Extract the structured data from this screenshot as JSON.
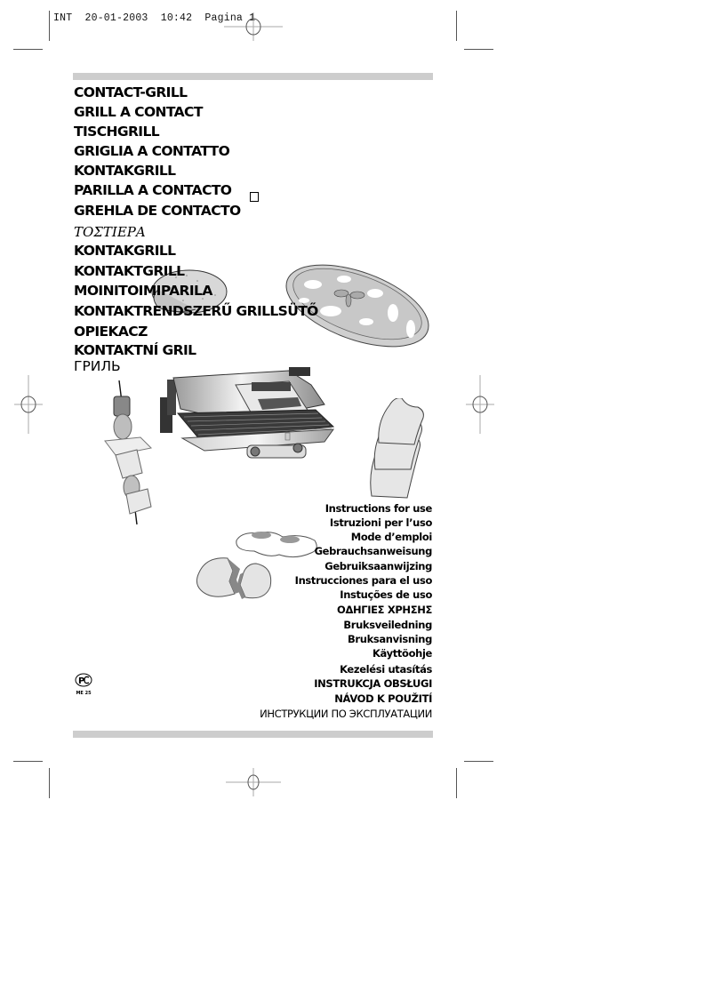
{
  "print_slug": {
    "job": "INT",
    "date": "20-01-2003",
    "time": "10:42",
    "page_label": "Pagina",
    "page_number": "1",
    "text": "INT  20-01-2003  10:42  Pagina 1"
  },
  "product_titles": [
    "CONTACT-GRILL",
    "GRILL A CONTACT",
    "TISCHGRILL",
    "GRIGLIA A CONTATTO",
    "KONTAKGRILL",
    "PARILLA  A CONTACTO",
    "GREHLA DE CONTACTO",
    "ΤΟΣΤΙΕΡΑ",
    "KONTAKGRILL",
    "KONTAKTGRILL",
    "MOINITOIMIPARILA",
    "KONTAKTRENDSZERŰ GRILLSÜTŐ",
    "OPIEKACZ",
    "KONTAKTNÍ GRIL",
    "ГРИЛЬ"
  ],
  "instructions_labels": [
    "Instructions for use",
    "Istruzioni per l’uso",
    "Mode d’emploi",
    "Gebrauchsanweisung",
    "Gebruiksaanwijzing",
    "Instrucciones para el uso",
    "Instuções de uso",
    "ΟΔΗΓΙΕΣ ΧΡΗΣΗΣ",
    "Bruksveiledning",
    "Bruksanvisning",
    "Käyttöohje",
    "Kezelési utasítás",
    "INSTRUKCJA OBSŁUGI",
    "NÁVOD K POUŽITÍ",
    "ИНСТРУКЦИИ ПО ЭКСПЛУАТАЦИИ"
  ],
  "certification_mark": {
    "symbol": "PC",
    "code": "ME 25"
  },
  "illustrations": {
    "main": "contact-grill-appliance",
    "others": [
      "kebab-skewer",
      "pizza",
      "bread-roll",
      "bread-slices",
      "fried-eggs",
      "egg-shells"
    ]
  },
  "colors": {
    "bar_gray": "#cdcdcd",
    "text": "#000000",
    "registration_marks": "#555555"
  }
}
